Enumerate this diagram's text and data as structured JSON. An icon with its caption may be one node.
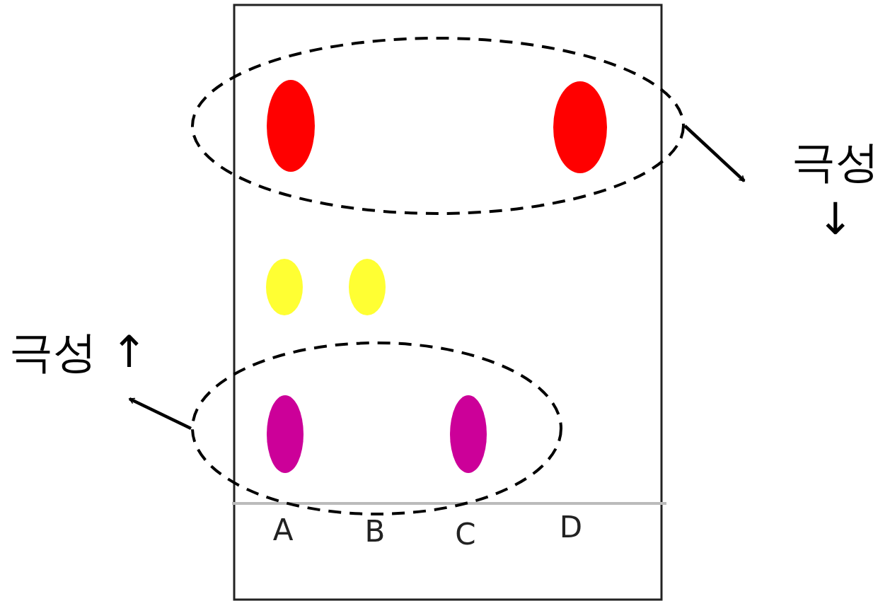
{
  "diagram": {
    "nodes": [
      {
        "text": [],
        "shape": "ellipse"
      },
      {
        "text": [
          "극성 ↓"
        ]
      },
      {
        "text": [],
        "shape": "ellipse"
      },
      {
        "text": [
          "극성 ↑"
        ]
      }
    ],
    "edges": [
      {
        "from": 0,
        "to": 1,
        "arrow": "to"
      },
      {
        "from": 2,
        "to": 3,
        "arrow": "to"
      }
    ],
    "labels": [
      "A",
      "B",
      "C",
      "D"
    ]
  }
}
